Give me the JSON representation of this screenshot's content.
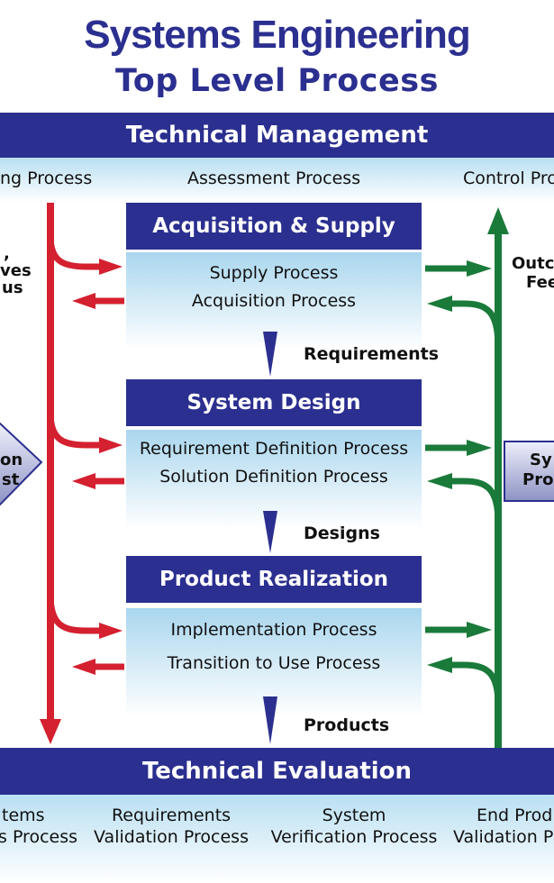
{
  "title": {
    "line1": "Systems Engineering",
    "line2": "Top Level Process"
  },
  "technical_management": {
    "label": "Technical Management",
    "processes": [
      "ng Process",
      "Assessment Process",
      "Control Pro"
    ]
  },
  "sections": [
    {
      "title": "Acquisition & Supply",
      "processes": [
        "Supply Process",
        "Acquisition Process"
      ],
      "output": "Requirements"
    },
    {
      "title": "System Design",
      "processes": [
        "Requirement Definition Process",
        "Solution Definition Process"
      ],
      "output": "Designs"
    },
    {
      "title": "Product Realization",
      "processes": [
        "Implementation Process",
        "Transition to Use Process"
      ],
      "output": "Products"
    }
  ],
  "left_side": {
    "lines": [
      ",",
      "ves",
      "us"
    ],
    "diamond": [
      "on",
      "st"
    ]
  },
  "right_side": {
    "lines": [
      "Outc",
      "Fee"
    ],
    "box": [
      "Sy",
      "Pro"
    ]
  },
  "technical_evaluation": {
    "label": "Technical Evaluation",
    "processes": [
      {
        "line1": "tems",
        "line2": "s Process"
      },
      {
        "line1": "Requirements",
        "line2": "Validation Process"
      },
      {
        "line1": "System",
        "line2": "Verification Process"
      },
      {
        "line1": "End Prod",
        "line2": "Validation P"
      }
    ]
  },
  "colors": {
    "navy": "#2b2f8f",
    "red_arrow": "#d4202f",
    "green_arrow": "#1a7a3a",
    "light_blue": "#a9d6ee"
  }
}
